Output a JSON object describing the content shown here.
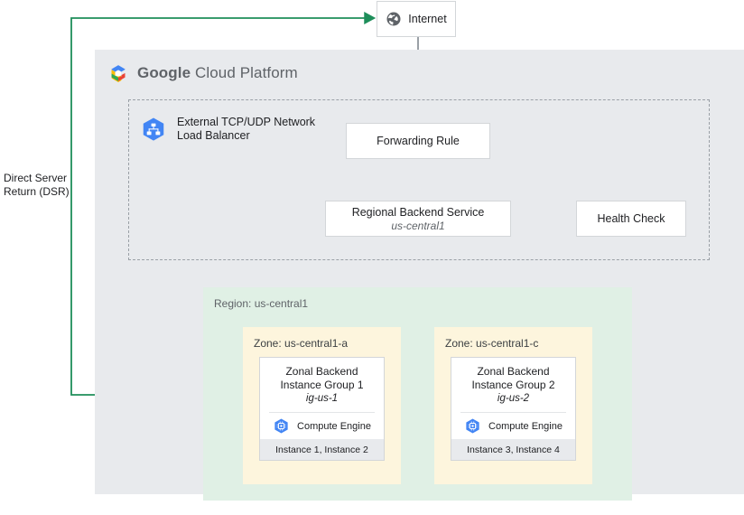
{
  "colors": {
    "dsr_green": "#1e8e5a",
    "gcp_panel": "#e8eaed",
    "region_green": "#e0f0e5",
    "zone_cream": "#fdf5dd",
    "connector_gray": "#9aa0a6",
    "box_border": "#d3d6d9",
    "muted_text": "#5f6368",
    "gcp_blue": "#4285f4",
    "gcp_red": "#ea4335",
    "gcp_yellow": "#fbbc05",
    "gcp_green": "#34a853"
  },
  "internet": {
    "label": "Internet",
    "icon": "globe-icon"
  },
  "gcp": {
    "brand_first": "Google",
    "brand_rest": "Cloud Platform",
    "logo_icon": "google-cloud-logo-icon"
  },
  "load_balancer": {
    "icon": "network-load-balancer-icon",
    "label": "External TCP/UDP Network Load Balancer"
  },
  "flow": {
    "forwarding_rule": {
      "title": "Forwarding Rule"
    },
    "backend_service": {
      "title": "Regional Backend Service",
      "subtitle": "us-central1"
    },
    "health_check": {
      "title": "Health Check"
    }
  },
  "region": {
    "label": "Region: us-central1",
    "zones": [
      {
        "label": "Zone: us-central1-a",
        "group": {
          "title_line1": "Zonal Backend",
          "title_line2": "Instance Group 1",
          "subtitle": "ig-us-1",
          "engine_label": "Compute Engine",
          "engine_icon": "compute-engine-icon",
          "instances": "Instance 1, Instance 2"
        }
      },
      {
        "label": "Zone: us-central1-c",
        "group": {
          "title_line1": "Zonal Backend",
          "title_line2": "Instance Group 2",
          "subtitle": "ig-us-2",
          "engine_label": "Compute Engine",
          "engine_icon": "compute-engine-icon",
          "instances": "Instance 3, Instance 4"
        }
      }
    ]
  },
  "dsr": {
    "line1": "Direct Server",
    "line2": "Return (DSR)"
  }
}
